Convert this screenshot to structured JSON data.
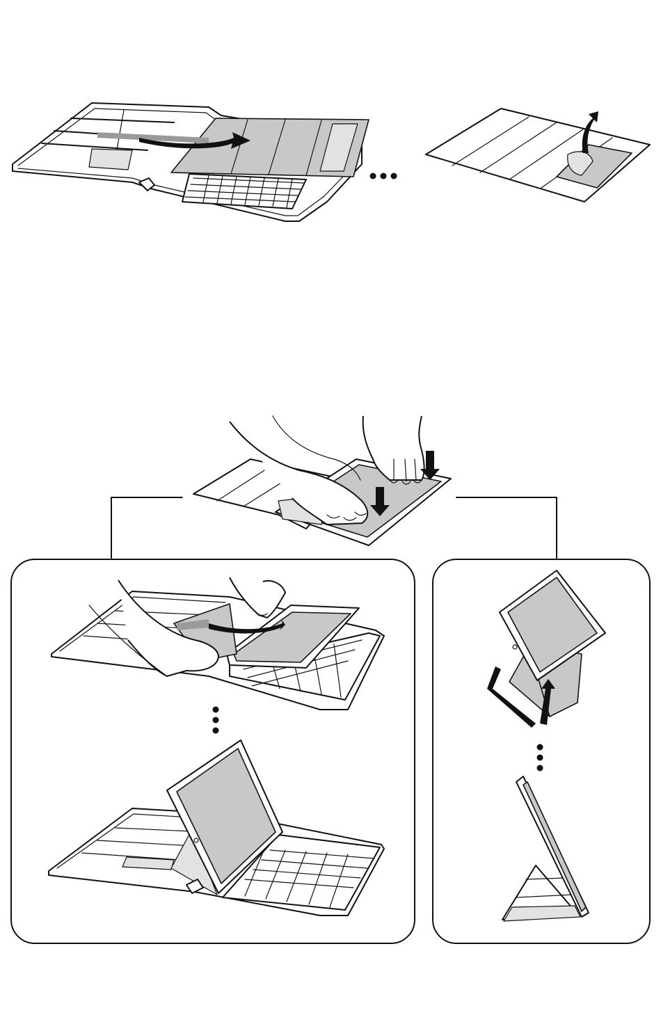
{
  "figure": {
    "steps": [
      {
        "id": "step-1",
        "description_icon": "slide-cover-into-folio"
      },
      {
        "id": "step-2",
        "description_icon": "peel-adhesive-backing"
      },
      {
        "id": "step-3",
        "description_icon": "press-tablet-onto-cover"
      },
      {
        "id": "option-a",
        "description_icon": "insert-tablet-into-keyboard-folio"
      },
      {
        "id": "option-b",
        "description_icon": "fold-cover-into-stand"
      }
    ],
    "colors": {
      "line": "#111111",
      "fill_gray": "#c8c8c8",
      "fill_light": "#e2e2e2",
      "background": "#ffffff"
    }
  }
}
